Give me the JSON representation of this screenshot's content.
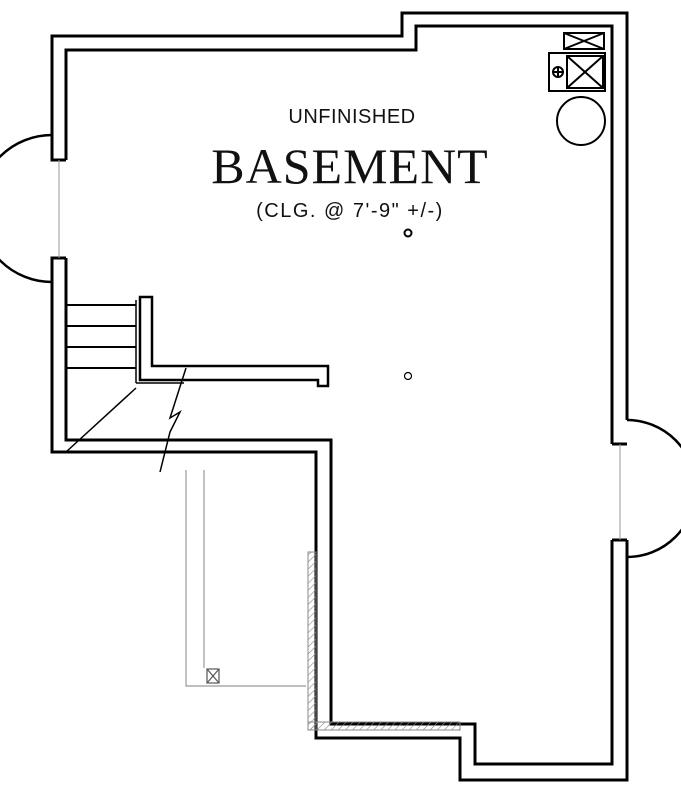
{
  "room": {
    "subtitle": "UNFINISHED",
    "name": "BASEMENT",
    "ceiling_note": "(CLG. @ 7'-9\" +/-)"
  },
  "colors": {
    "wall": "#000000",
    "thin_line": "#999999",
    "hatch": "#888888"
  },
  "symbols": {
    "ceiling_fixture": "circle-outlet-icon",
    "water_heater": "water-heater-icon",
    "furnace": "furnace-icon",
    "hvac_register": "vent-register-icon"
  }
}
